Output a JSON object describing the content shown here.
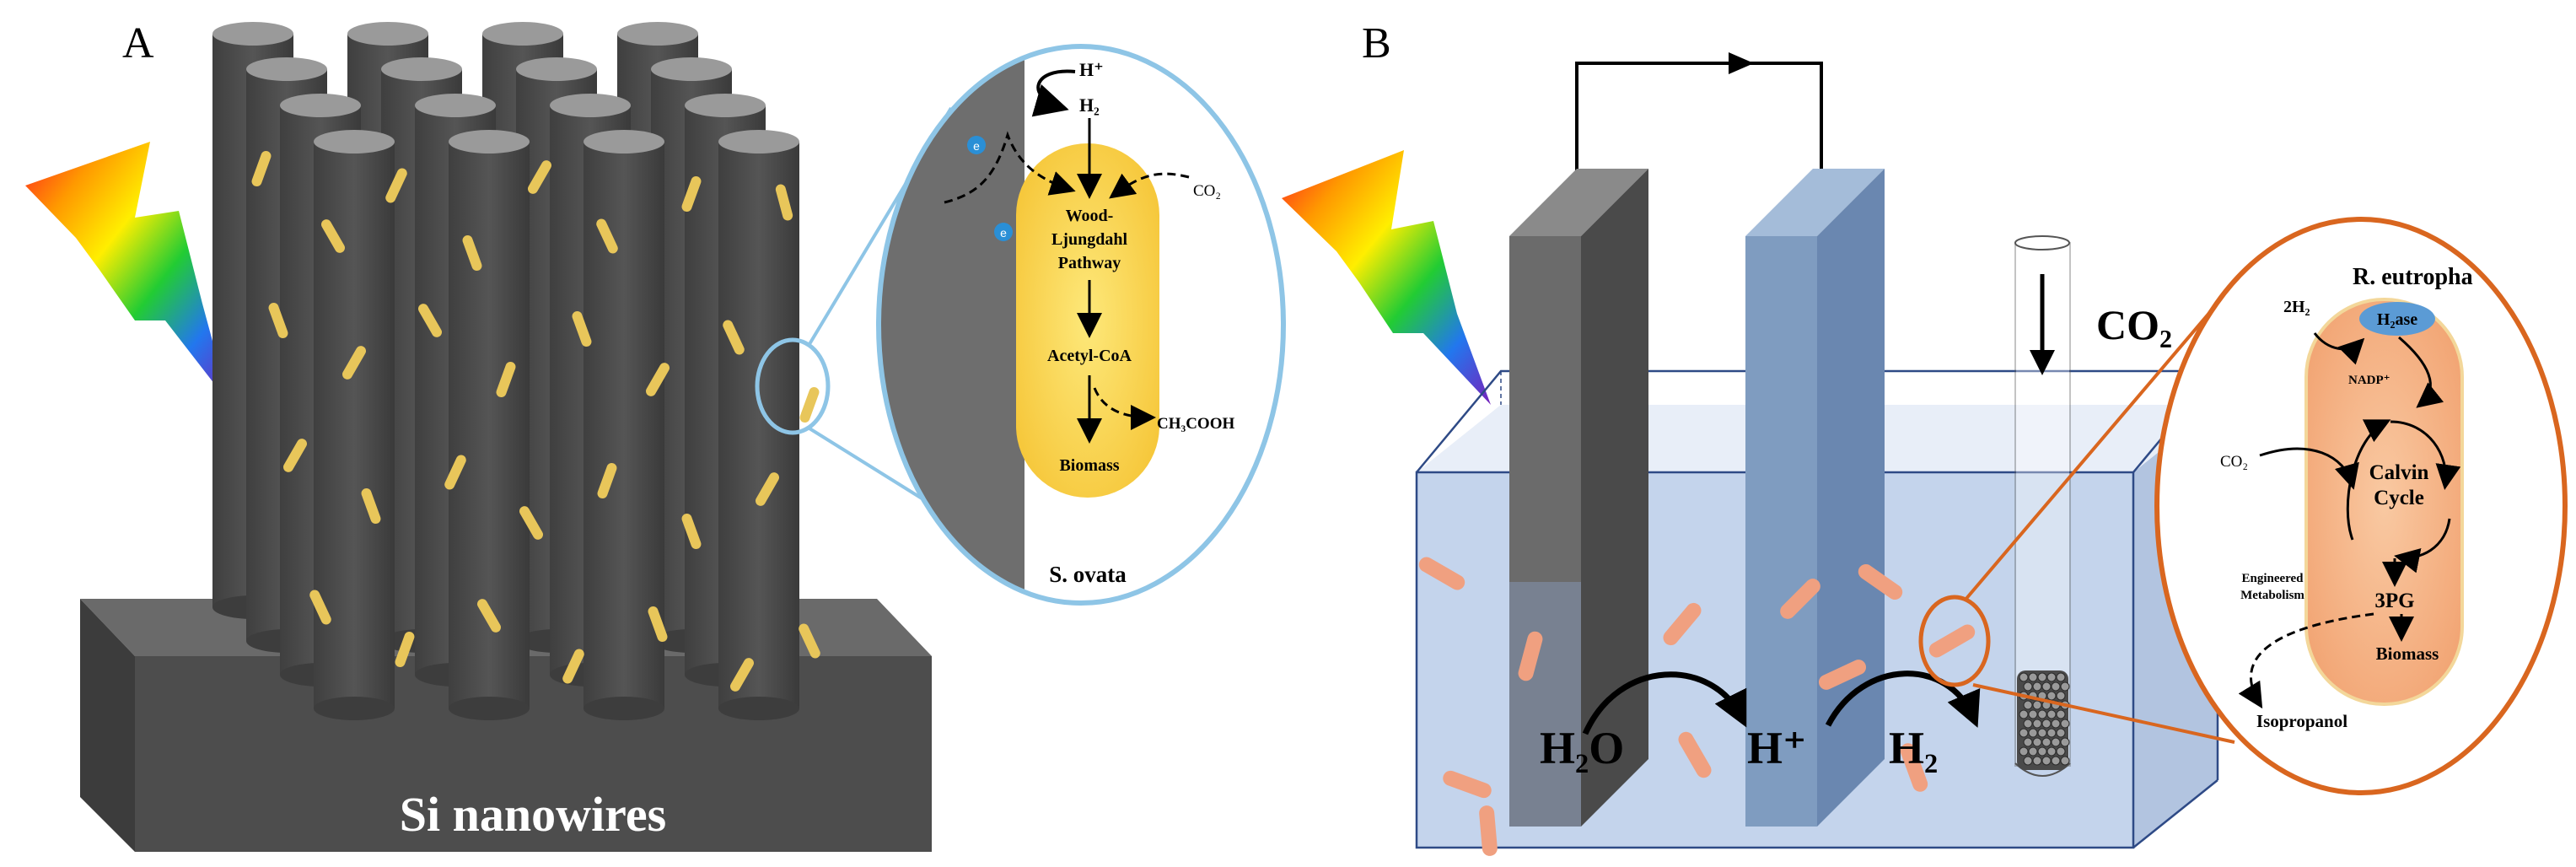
{
  "panel_a": {
    "label": "A",
    "platform_label": "Si nanowires",
    "inset": {
      "organism": "S. ovata",
      "h_plus": "H⁺",
      "h2": "H₂",
      "co2": "CO₂",
      "electron": "e",
      "pathway": [
        "Wood-",
        "Ljungdahl",
        "Pathway"
      ],
      "acetyl": "Acetyl-CoA",
      "acetate": "CH₃COOH",
      "biomass": "Biomass"
    }
  },
  "panel_b": {
    "label": "B",
    "h2o": "H₂O",
    "h_plus": "H⁺",
    "h2": "H₂",
    "co2": "CO₂",
    "inset": {
      "organism": "R. eutropha",
      "h2_in": "2H₂",
      "enzyme": "H₂ase",
      "nadp": "NADP⁺",
      "co2": "CO₂",
      "calvin": [
        "Calvin",
        "Cycle"
      ],
      "pg": "3PG",
      "engineered": [
        "Engineered",
        "Metabolism"
      ],
      "biomass": "Biomass",
      "product": "Isopropanol"
    }
  },
  "colors": {
    "nanowire": "#4f4f4f",
    "platform": "#5a5a5a",
    "bacteria_a": "#e8c65a",
    "bacteria_b": "#f0a080",
    "inset_a_border": "#8ec5e6",
    "inset_b_border": "#d9661f",
    "water": "#c4d4ec",
    "blue_electrode": "#7f9cc0"
  }
}
